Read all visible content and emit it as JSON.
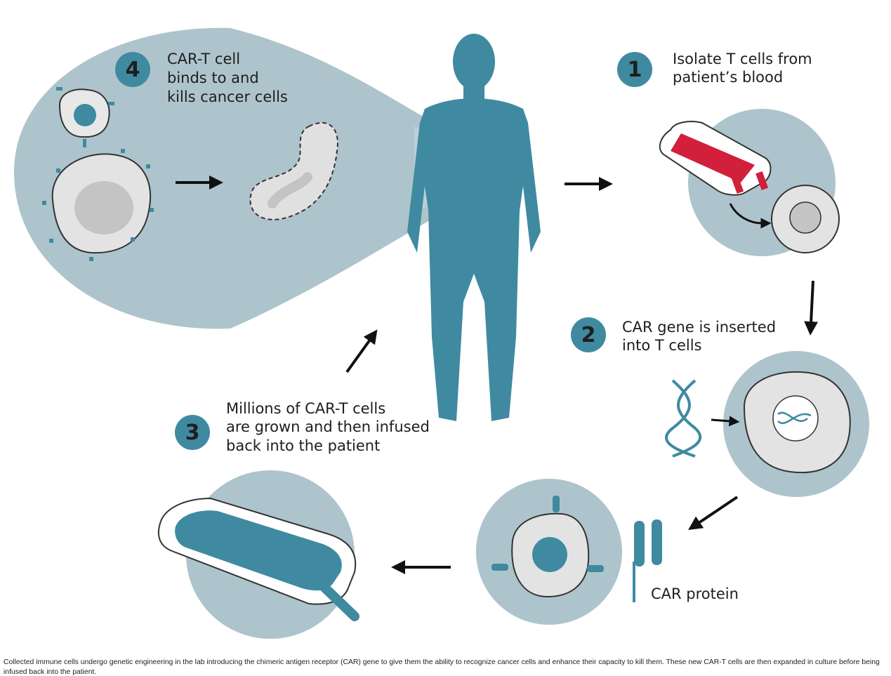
{
  "steps": [
    {
      "number": "1",
      "lines": [
        "Isolate T cells from",
        "patient’s blood"
      ]
    },
    {
      "number": "2",
      "lines": [
        "CAR gene is inserted",
        "into T cells"
      ]
    },
    {
      "number": "3",
      "lines": [
        "Millions of CAR-T cells",
        "are grown and then infused",
        "back into the patient"
      ]
    },
    {
      "number": "4",
      "lines": [
        "CAR-T cell",
        "binds to and",
        "kills cancer cells"
      ]
    }
  ],
  "car_protein_label": "CAR protein",
  "caption": "Collected immune cells undergo genetic engineering in the lab introducing the chimeric antigen receptor (CAR) gene to give them the ability to recognize cancer cells and enhance their capacity to kill them. These new CAR-T cells are then expanded in culture before being infused back into the patient.",
  "colors": {
    "teal": "#3f8aa0",
    "pale_circle": "#aec4cc",
    "cell_fill": "#dedede",
    "blood_red": "#d21f3c",
    "arrow": "#111111"
  }
}
